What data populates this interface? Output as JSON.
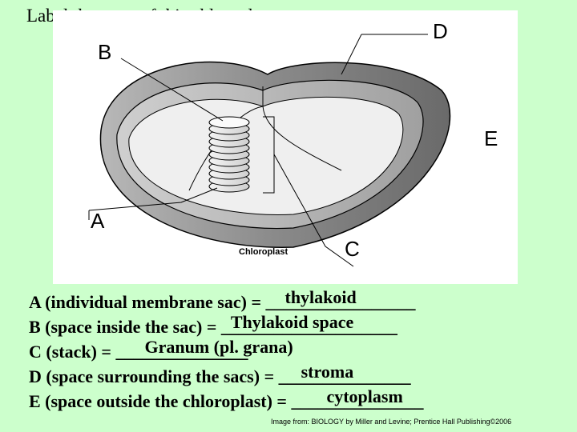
{
  "title": "Label the parts of this chloroplast",
  "labels": {
    "a": "A",
    "b": "B",
    "c": "C",
    "d": "D",
    "e": "E"
  },
  "figure_caption": "Chloroplast",
  "questions": [
    {
      "prompt": "A (individual membrane sac) = ",
      "blank": "_________________",
      "answer": "thylakoid"
    },
    {
      "prompt": "B (space inside the sac) = ",
      "blank": "____________________",
      "answer": "Thylakoid space"
    },
    {
      "prompt": "C (stack) = ",
      "blank": "_______________",
      "answer": "Granum (pl. grana)"
    },
    {
      "prompt": "D (space surrounding the sacs) = ",
      "blank": "_______________",
      "answer": "stroma"
    },
    {
      "prompt": "E (space outside the chloroplast) = ",
      "blank": "_______________",
      "answer": "cytoplasm"
    }
  ],
  "credit": "Image from: BIOLOGY by Miller and Levine; Prentice Hall Publishing©2006"
}
